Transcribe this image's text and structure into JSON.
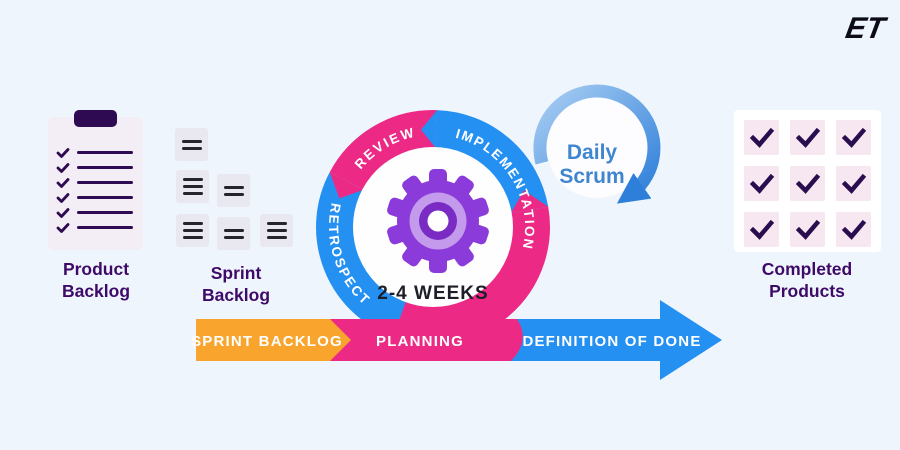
{
  "logo": "ET",
  "stages": {
    "product_backlog": "Product Backlog",
    "sprint_backlog": "Sprint Backlog",
    "completed_products": "Completed Products"
  },
  "cycle": {
    "review": "REVIEW",
    "implementation": "IMPLEMENTATION",
    "retrospect": "RETROSPECT",
    "duration": "2-4 WEEKS",
    "daily_scrum_line1": "Daily",
    "daily_scrum_line2": "Scrum"
  },
  "flow_arrow": {
    "sprint_backlog": "SPRINT BACKLOG",
    "planning": "PLANNING",
    "definition_of_done": "DEFINITION OF DONE"
  },
  "colors": {
    "background": "#eff5fc",
    "pink": "#EC2A86",
    "blue": "#2490F2",
    "orange": "#F9A52D",
    "label_purple": "#3E0A67",
    "gear_purple": "#8B3BD9",
    "gear_light": "#C49AEC",
    "gear_dark": "#7A2BC4",
    "daily_scrum_blue": "#3F86CE",
    "icon_dark_purple": "#2E0A52"
  }
}
